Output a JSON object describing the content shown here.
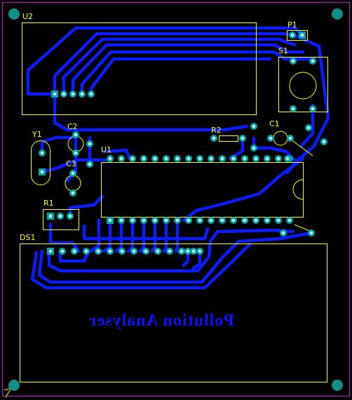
{
  "colors": {
    "background": "#000000",
    "board_outline": "#8e2a8e",
    "copper": "#0d1cff",
    "silkscreen": "#ffff00",
    "pad": "#00a8a8",
    "pad_hole": "#d8f0ff",
    "mounting_hole": "#0f8f86"
  },
  "labels": {
    "u2": "U2",
    "p1": "P1",
    "s1": "S1",
    "y1": "Y1",
    "c2": "C2",
    "c3": "C3",
    "r2": "R2",
    "c1": "C1",
    "u1": "U1",
    "r1": "R1",
    "ds1": "DS1"
  },
  "silk_text": "Pollution Analyser"
}
